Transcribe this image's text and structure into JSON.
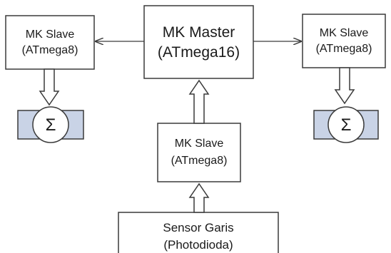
{
  "diagram": {
    "nodes": {
      "master": {
        "line1": "MK Master",
        "line2": "(ATmega16)"
      },
      "slave_left": {
        "line1": "MK Slave",
        "line2": "(ATmega8)"
      },
      "slave_right": {
        "line1": "MK Slave",
        "line2": "(ATmega8)"
      },
      "slave_bottom": {
        "line1": "MK Slave",
        "line2": "(ATmega8)"
      },
      "sensor": {
        "line1": "Sensor Garis",
        "line2": "(Photodioda)"
      }
    },
    "motors": {
      "left": {
        "symbol": "Σ",
        "icon": "motor-icon"
      },
      "right": {
        "symbol": "Σ",
        "icon": "motor-icon"
      }
    },
    "colors": {
      "box_stroke": "#3a3a3a",
      "motor_fill": "#c9d3e6",
      "text": "#1a1a1a"
    }
  }
}
